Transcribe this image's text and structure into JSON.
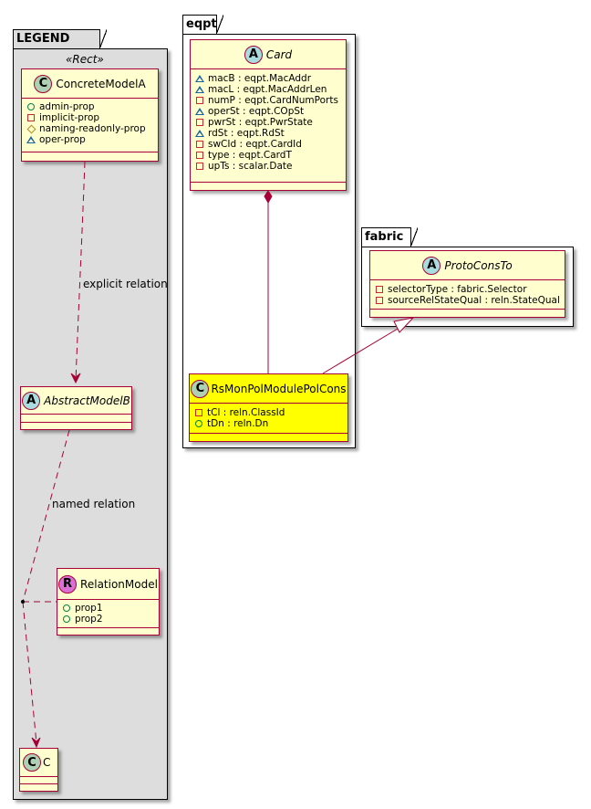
{
  "colors": {
    "class_fill": "#fefece",
    "class_border": "#a80036",
    "highlight_fill": "#ffff00",
    "legend_fill": "#dddddd",
    "spot_class": "#add1b2",
    "spot_abstract": "#a9dcdf",
    "spot_relation": "#da70d6",
    "vis_public": "#038048",
    "vis_private": "#c82930",
    "vis_protected": "#b38d22",
    "vis_package": "#1963a0"
  },
  "packages": {
    "legend": {
      "title": "LEGEND",
      "stereotype": "«Rect»",
      "concrete": {
        "spot": "C",
        "name": "ConcreteModelA",
        "attrs": [
          {
            "vis": "circle",
            "text": "admin-prop"
          },
          {
            "vis": "square",
            "text": "implicit-prop"
          },
          {
            "vis": "diamond",
            "text": "naming-readonly-prop"
          },
          {
            "vis": "triangle",
            "text": "oper-prop"
          }
        ]
      },
      "abstract": {
        "spot": "A",
        "name": "AbstractModelB"
      },
      "relation_model": {
        "spot": "R",
        "name": "RelationModel",
        "attrs": [
          {
            "vis": "circle",
            "text": "prop1"
          },
          {
            "vis": "circle",
            "text": "prop2"
          }
        ]
      },
      "c": {
        "spot": "C",
        "name": "C"
      },
      "explicit_label": "explicit relation",
      "named_label": "named relation"
    },
    "eqpt": {
      "title": "eqpt",
      "card": {
        "spot": "A",
        "name": "Card",
        "attrs": [
          {
            "vis": "triangle",
            "text": "macB : eqpt.MacAddr"
          },
          {
            "vis": "triangle",
            "text": "macL : eqpt.MacAddrLen"
          },
          {
            "vis": "square",
            "text": "numP : eqpt.CardNumPorts"
          },
          {
            "vis": "triangle",
            "text": "operSt : eqpt.COpSt"
          },
          {
            "vis": "square",
            "text": "pwrSt : eqpt.PwrState"
          },
          {
            "vis": "triangle",
            "text": "rdSt : eqpt.RdSt"
          },
          {
            "vis": "square",
            "text": "swCId : eqpt.CardId"
          },
          {
            "vis": "square",
            "text": "type : eqpt.CardT"
          },
          {
            "vis": "square",
            "text": "upTs : scalar.Date"
          }
        ]
      },
      "rsmon": {
        "spot": "C",
        "name": "RsMonPolModulePolCons",
        "attrs": [
          {
            "vis": "square",
            "text": "tCl : reln.ClassId"
          },
          {
            "vis": "circle",
            "text": "tDn : reln.Dn"
          }
        ]
      }
    },
    "fabric": {
      "title": "fabric",
      "proto": {
        "spot": "A",
        "name": "ProtoConsTo",
        "attrs": [
          {
            "vis": "square",
            "text": "selectorType : fabric.Selector"
          },
          {
            "vis": "square",
            "text": "sourceRelStateQual : reln.StateQual"
          }
        ]
      }
    }
  }
}
